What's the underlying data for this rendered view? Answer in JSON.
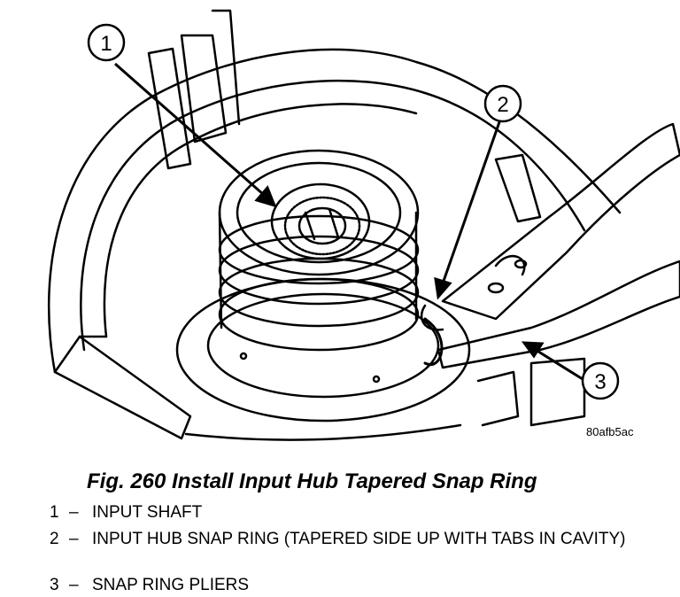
{
  "figure": {
    "image_id": "80afb5ac",
    "callouts": [
      {
        "number": "1"
      },
      {
        "number": "2"
      },
      {
        "number": "3"
      }
    ]
  },
  "caption": "Fig. 260 Install Input Hub Tapered Snap Ring",
  "legend": [
    {
      "number": "1",
      "dash": "–",
      "text": "INPUT SHAFT"
    },
    {
      "number": "2",
      "dash": "–",
      "text": "INPUT HUB SNAP RING (TAPERED SIDE UP WITH TABS IN CAVITY)"
    },
    {
      "number": "3",
      "dash": "–",
      "text": "SNAP RING PLIERS"
    }
  ]
}
